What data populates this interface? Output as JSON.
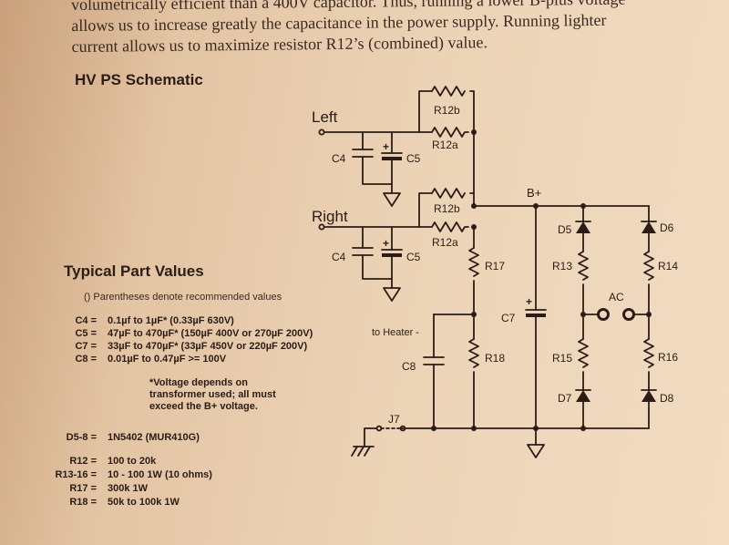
{
  "intro": {
    "line1": "volumetrically efficient than a 400V capacitor. Thus, running a lower B-plus voltage",
    "line2": "allows us to increase greatly the capacitance in the power supply. Running lighter",
    "line3": "current allows us to maximize resistor R12’s (combined) value."
  },
  "headings": {
    "schematic": "HV PS Schematic",
    "parts": "Typical Part Values"
  },
  "parts_note": "() Parentheses denote recommended values",
  "capacitors": [
    {
      "label": "C4 =",
      "value": "0.1µf to 1µF* (0.33µF 630V)"
    },
    {
      "label": "C5 =",
      "value": "47µF to 470µF* (150µF 400V or 270µF 200V)"
    },
    {
      "label": "C7 =",
      "value": "33µF to 470µF* (33µF 450V or 220µF 200V)"
    },
    {
      "label": "C8 =",
      "value": "0.01µF to 0.47µF >= 100V"
    }
  ],
  "voltage_note": {
    "line1": "*Voltage depends on",
    "line2": "transformer used; all must",
    "line3": "exceed the B+ voltage."
  },
  "diodes": {
    "label": "D5-8 =",
    "value": "1N5402  (MUR410G)"
  },
  "resistors": [
    {
      "label": "R12 =",
      "value": "100 to 20k"
    },
    {
      "label": "R13-16 =",
      "value": "10 - 100 1W (10 ohms)"
    },
    {
      "label": "R17 =",
      "value": "300k 1W"
    },
    {
      "label": "R18 =",
      "value": "50k to 100k 1W"
    }
  ],
  "schematic_labels": {
    "left": "Left",
    "right": "Right",
    "r12b": "R12b",
    "r12a": "R12a",
    "c4": "C4",
    "c5": "C5",
    "plus": "+",
    "bplus": "B+",
    "d5": "D5",
    "d6": "D6",
    "d7": "D7",
    "d8": "D8",
    "r13": "R13",
    "r14": "R14",
    "r15": "R15",
    "r16": "R16",
    "r17": "R17",
    "r18": "R18",
    "c7": "C7",
    "c8": "C8",
    "ac": "AC",
    "heater": "to Heater -",
    "j7": "J7"
  }
}
